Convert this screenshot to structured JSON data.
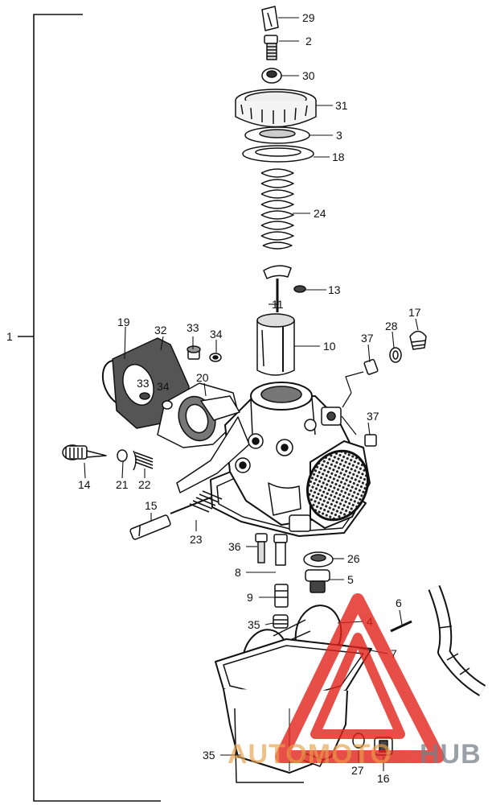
{
  "diagram": {
    "assembly_label": "1",
    "part_labels": [
      "29",
      "2",
      "30",
      "31",
      "3",
      "18",
      "24",
      "13",
      "11",
      "10",
      "19",
      "32",
      "33",
      "34",
      "17",
      "28",
      "37",
      "20",
      "33",
      "34",
      "37",
      "14",
      "21",
      "22",
      "15",
      "23",
      "36",
      "26",
      "8",
      "5",
      "9",
      "6",
      "35",
      "4",
      "7",
      "35",
      "27",
      "16"
    ]
  },
  "watermark": {
    "text_left": "AUTOMOTO",
    "text_right": "HUB",
    "accent_color": "#e2231a"
  }
}
